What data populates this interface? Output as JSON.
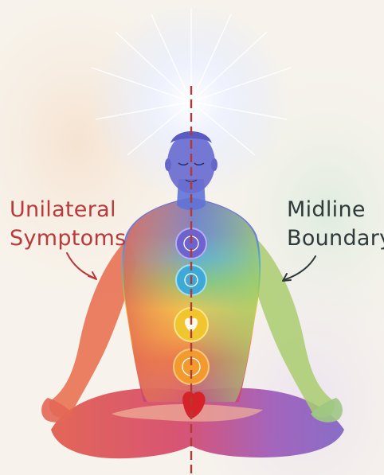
{
  "labels": {
    "left": {
      "line1": "Unilateral",
      "line2": "Symptoms"
    },
    "right": {
      "line1": "Midline",
      "line2": "Boundary"
    }
  },
  "colors": {
    "label_left": "#b83a3a",
    "label_right": "#2f3a3a",
    "midline": "#b23a35",
    "background": "#f7f3ec"
  },
  "chakras": [
    {
      "name": "crown",
      "color": "#8a6fcf"
    },
    {
      "name": "third-eye",
      "color": "#5b6fd6"
    },
    {
      "name": "throat",
      "color": "#3aa7d9"
    },
    {
      "name": "heart",
      "color": "#7fc46a"
    },
    {
      "name": "solar-plexus",
      "color": "#f4c531"
    },
    {
      "name": "sacral",
      "color": "#f29a2e"
    },
    {
      "name": "root",
      "color": "#d6232a"
    }
  ]
}
